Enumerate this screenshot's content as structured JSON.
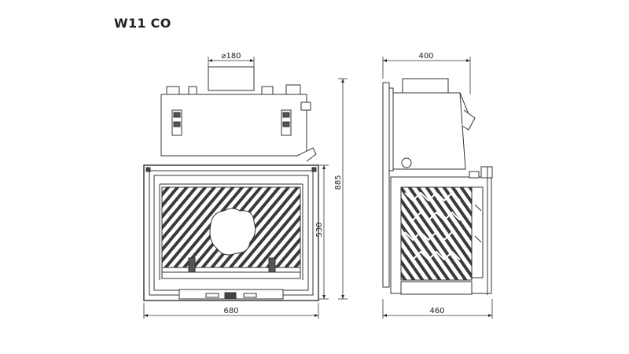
{
  "title": "W11 CO",
  "dimensions": {
    "flue_diameter": "⌀180",
    "depth_top": "400",
    "total_height": "885",
    "door_height": "530",
    "front_width": "680",
    "side_width": "460"
  }
}
